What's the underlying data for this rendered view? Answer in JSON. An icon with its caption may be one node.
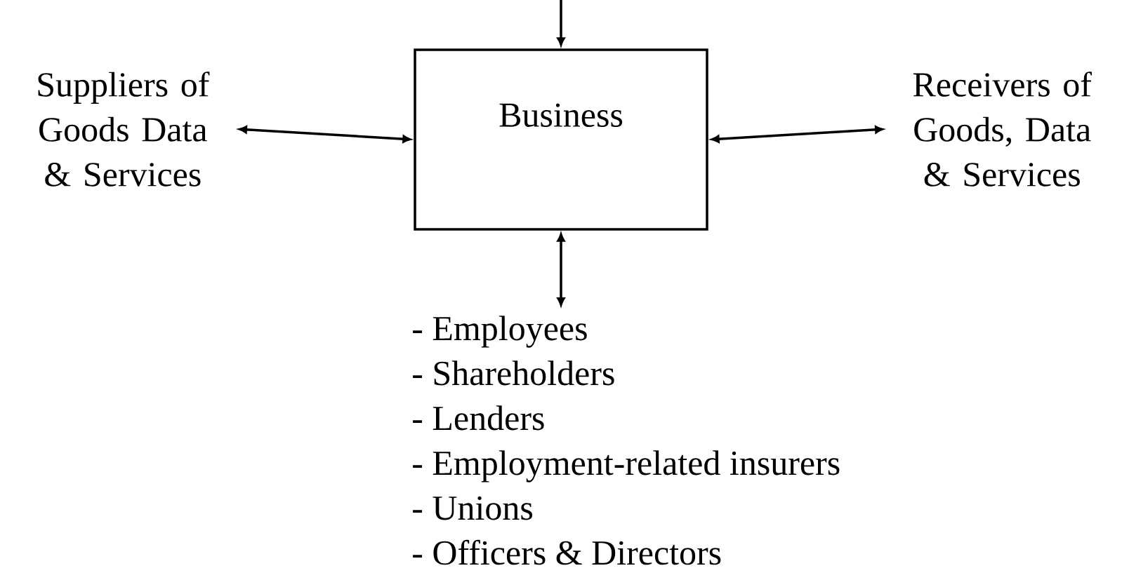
{
  "diagram": {
    "nodes": [
      {
        "text": [
          "Suppliers of Goods Data & Services"
        ]
      },
      {
        "text": [
          "Business"
        ]
      },
      {
        "text": [
          "Receivers of Goods, Data & Services"
        ]
      },
      {
        "text": [
          "- Employees",
          "- Shareholders",
          "- Lenders",
          "- Employment-related insurers",
          "- Unions",
          "- Officers & Directors"
        ]
      }
    ],
    "edges": [
      {
        "from": 0,
        "to": 1,
        "arrow": "both"
      },
      {
        "from": 1,
        "to": 2,
        "arrow": "both"
      },
      {
        "from": null,
        "to": 1,
        "arrow": "to"
      },
      {
        "from": 1,
        "to": 3,
        "arrow": "both"
      }
    ]
  }
}
